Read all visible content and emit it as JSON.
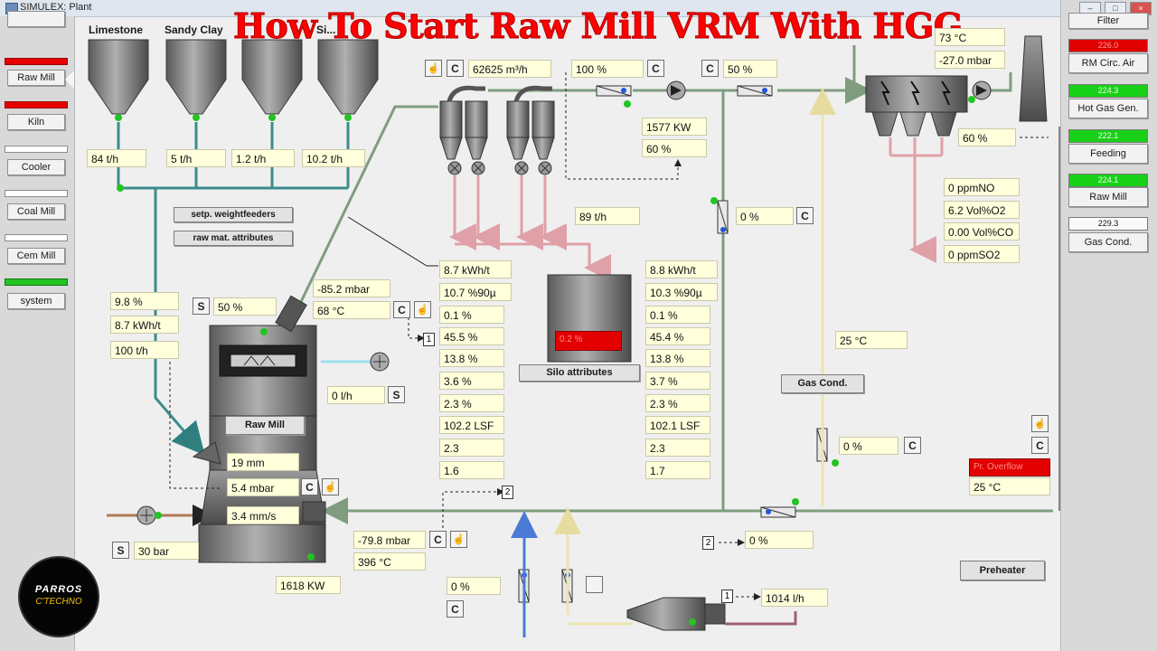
{
  "window": {
    "title": "SIMULEX: Plant"
  },
  "overlay_title": "How To Start Raw Mill VRM With HGG",
  "logo": {
    "line1": "PARROS",
    "line2": "C'TECHNO"
  },
  "left_nav": [
    {
      "label": "Raw Mill",
      "status": "red"
    },
    {
      "label": "Kiln",
      "status": "red"
    },
    {
      "label": "Cooler",
      "status": "white"
    },
    {
      "label": "Coal Mill",
      "status": "white"
    },
    {
      "label": "Cem Mill",
      "status": "white"
    },
    {
      "label": "system",
      "status": "green"
    }
  ],
  "right_nav": {
    "top_button": "Filter",
    "items": [
      {
        "value": "226.0",
        "label": "RM Circ. Air",
        "status": "red"
      },
      {
        "value": "224.3",
        "label": "Hot Gas Gen.",
        "status": "green"
      },
      {
        "value": "222.1",
        "label": "Feeding",
        "status": "green"
      },
      {
        "value": "224.1",
        "label": "Raw Mill",
        "status": "green"
      },
      {
        "value": "229.3",
        "label": "Gas Cond.",
        "status": "white"
      }
    ]
  },
  "feeders": {
    "labels": [
      "Limestone",
      "Sandy Clay",
      "Si...",
      ""
    ],
    "rates": [
      "84 t/h",
      "5 t/h",
      "1.2 t/h",
      "10.2 t/h"
    ]
  },
  "buttons": {
    "setp_weightfeeders": "setp. weightfeeders",
    "raw_mat_attributes": "raw mat. attributes",
    "silo_attributes": "Silo attributes",
    "gas_cond": "Gas Cond.",
    "raw_mill": "Raw Mill",
    "preheater": "Preheater",
    "C": "C",
    "S": "S"
  },
  "mill": {
    "feed_moisture": "9.8 %",
    "specific_energy": "8.7 kWh/t",
    "feed_rate": "100 t/h",
    "separator": "50 %",
    "outlet_pressure": "-85.2 mbar",
    "outlet_temp": "68 °C",
    "water_injection": "0 l/h",
    "bed_thickness": "19 mm",
    "diff_pressure": "5.4 mbar",
    "vibration": "3.4 mm/s",
    "grinding_pressure": "30 bar",
    "motor_power": "1618 KW",
    "inlet_pressure": "-79.8 mbar",
    "inlet_temp": "396 °C"
  },
  "cyclone": {
    "gas_flow": "62625 m³/h",
    "damper": "100 %",
    "fan_power": "1577 KW",
    "fan_speed": "60 %",
    "fan_damper": "50 %"
  },
  "product_left": [
    "8.7 kWh/t",
    "10.7 %90µ",
    "0.1 %",
    "45.5 %",
    "13.8 %",
    "3.6 %",
    "2.3 %",
    "102.2 LSF",
    "2.3",
    "1.6"
  ],
  "product_right": [
    "8.8 kWh/t",
    "10.3 %90µ",
    "0.1 %",
    "45.4 %",
    "13.8 %",
    "3.7 %",
    "2.3 %",
    "102.1 LSF",
    "2.3",
    "1.7"
  ],
  "silo": {
    "rate": "89 t/h",
    "level": "0.2 %"
  },
  "recirc_damper": "0 %",
  "gas_cond_temp": "25 °C",
  "gas_cond_damper": "0 %",
  "filter": {
    "temp": "73 °C",
    "pressure": "-27.0 mbar",
    "fan_speed": "60 %",
    "analyzer": [
      "0 ppmNO",
      "6.2 Vol%O2",
      "0.00 Vol%CO",
      "0 ppmSO2"
    ]
  },
  "preheater_gas": {
    "status": "Pr. Overflow",
    "temp": "25 °C",
    "damper": "0 %"
  },
  "hgg": {
    "fresh_air_damper": "0 %",
    "fuel_flow": "1014 l/h"
  },
  "markers": [
    "1",
    "2",
    "2",
    "1"
  ],
  "colors": {
    "pipe_gas": "#7f9c7f",
    "pipe_material": "#3c8c8c",
    "pipe_hot": "#f0e6b0",
    "pipe_air": "#4b7bd4",
    "pipe_product": "#e0a0a8",
    "status_green": "#22c422",
    "status_red": "#e60000"
  }
}
